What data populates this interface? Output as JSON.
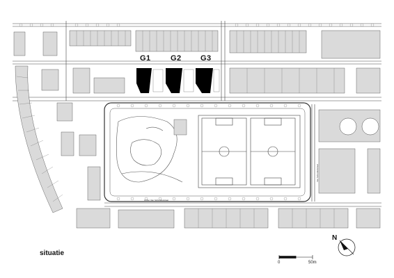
{
  "caption": "situatie",
  "buildings": [
    {
      "label": "G1"
    },
    {
      "label": "G2"
    },
    {
      "label": "G3"
    }
  ],
  "scale_bar": {
    "start": "0",
    "end": "50m"
  },
  "north_arrow": {
    "letter": "N"
  },
  "street_labels": [
    "Arthur Van Schendelstraat",
    "Van Schendelstraat"
  ],
  "colors": {
    "ink": "#111111",
    "paper": "#ffffff",
    "block_fill": "#dadada",
    "highlight": "#000000"
  }
}
